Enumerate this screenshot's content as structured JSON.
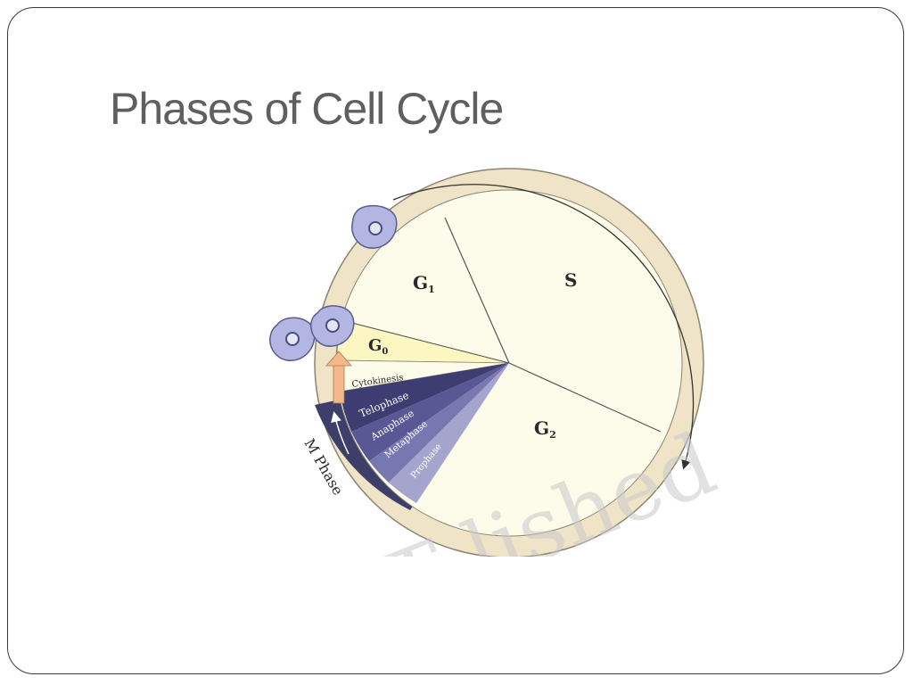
{
  "slide": {
    "title": "Phases of Cell Cycle"
  },
  "diagram": {
    "phases": {
      "g1": {
        "letter": "G",
        "subscript": "1"
      },
      "s": "S",
      "g2": {
        "letter": "G",
        "subscript": "2"
      },
      "g0": {
        "letter": "G",
        "subscript": "0"
      },
      "cytokinesis": "Cytokinesis",
      "telophase": "Telophase",
      "anaphase": "Anaphase",
      "metaphase": "Metaphase",
      "prophase": "Prophase"
    },
    "m_phase_label": "M Phase",
    "watermark": "RT lished",
    "colors": {
      "ring": "#f0e4c8",
      "interphase": "#fdfbe9",
      "g0": "#fcf6c2",
      "telophase": "#3d3d72",
      "anaphase": "#585895",
      "metaphase": "#7878b0",
      "prophase": "#a4a4cd",
      "m_band": "#3e3e6a",
      "cytokinesis_arrow": "#f4b88a",
      "cell": "#b3b6e3"
    }
  }
}
